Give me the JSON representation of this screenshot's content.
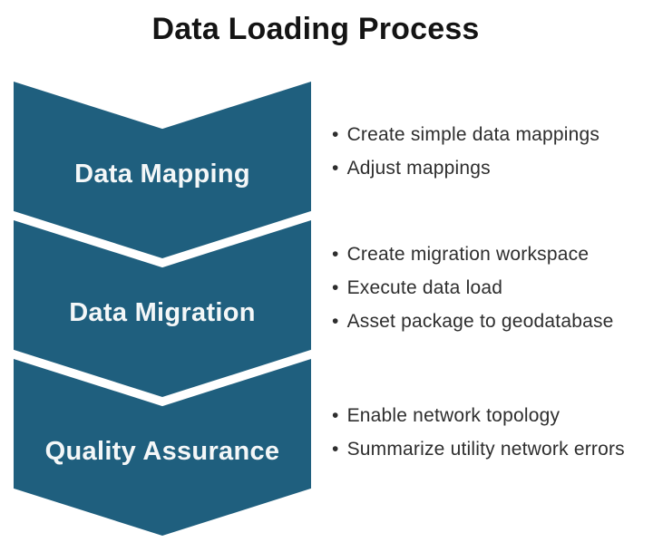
{
  "title": "Data Loading Process",
  "bullet_char": "•",
  "colors": {
    "chevron": "#1F5F7E",
    "label_text": "#F4F7F8",
    "title_text": "#141414",
    "body_text": "#2E2E2E",
    "background": "#FFFFFF"
  },
  "stages": [
    {
      "label": "Data Mapping",
      "bullets": [
        "Create simple data mappings",
        "Adjust mappings"
      ]
    },
    {
      "label": "Data Migration",
      "bullets": [
        "Create migration workspace",
        "Execute data load",
        "Asset package to geodatabase"
      ]
    },
    {
      "label": "Quality Assurance",
      "bullets": [
        "Enable network topology",
        "Summarize utility network errors"
      ]
    }
  ]
}
